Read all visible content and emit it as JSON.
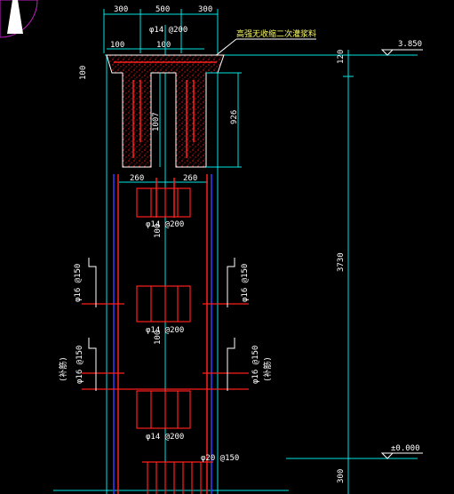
{
  "colors": {
    "background": "#000000",
    "cyan": "#00e5e5",
    "red": "#ff1e1e",
    "white": "#ffffff",
    "yellow": "#ffff66",
    "blue": "#3a3aff",
    "magenta": "#c020c0"
  },
  "icons": {
    "corner": "cursor-arrow-icon",
    "elevation": "elevation-triangle-icon"
  },
  "labels": {
    "dim_top_left": "300",
    "dim_top_mid": "500",
    "dim_top_right": "300",
    "rebar_top": "φ14 @200",
    "material_note": "高强无收缩二次灌浆料",
    "dim_100_a": "100",
    "dim_100_b": "100",
    "dim_100_left": "100",
    "dim_1007": "1007",
    "dim_926": "926",
    "dim_260_left": "260",
    "dim_260_right": "260",
    "rebar_mid_1": "φ14 @200",
    "rebar_mid_2": "φ14 @200",
    "rebar_mid_3": "φ14 @200",
    "rebar_bottom": "φ20 @150",
    "side_left_1": "φ16 @150",
    "side_right_1": "φ16 @150",
    "side_left_2": "φ16 @150",
    "side_right_2": "φ16 @150",
    "side_left_2_tag": "(补筋)",
    "side_right_2_tag": "(补筋)",
    "dim_100_mark_1": "100",
    "dim_100_mark_2": "100",
    "elev_top": "3.850",
    "elev_bottom": "±0.000",
    "dim_120": "120",
    "dim_3730": "3730",
    "dim_300_bottom": "300"
  }
}
